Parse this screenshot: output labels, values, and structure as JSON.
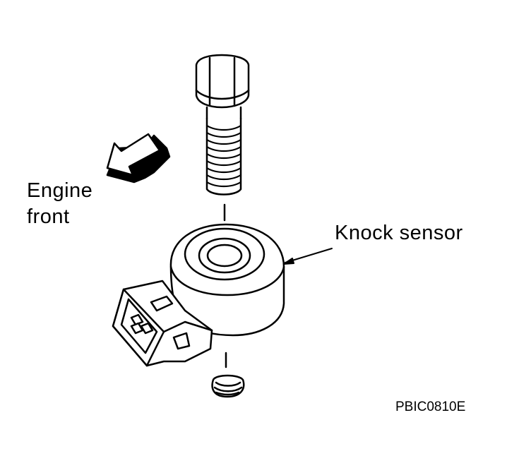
{
  "labels": {
    "engine_front_line1": "Engine",
    "engine_front_line2": "front",
    "knock_sensor": "Knock sensor",
    "figure_code": "PBIC0810E"
  },
  "icons": {
    "direction_arrow": "arrow-left-down-icon",
    "bolt": "bolt-icon",
    "sensor": "knock-sensor-icon",
    "threaded_hole": "threaded-hole-icon"
  },
  "colors": {
    "line": "#000000",
    "background": "#ffffff"
  }
}
